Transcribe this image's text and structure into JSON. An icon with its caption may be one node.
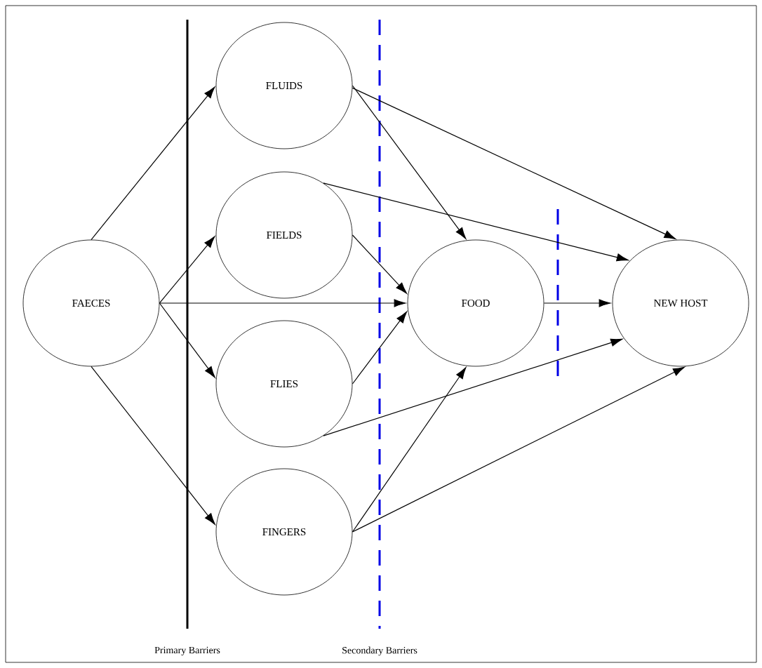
{
  "diagram": {
    "nodes": [
      {
        "text": [
          "FAECES"
        ]
      },
      {
        "text": [
          "FLUIDS"
        ]
      },
      {
        "text": [
          "FIELDS"
        ]
      },
      {
        "text": [
          "FLIES"
        ]
      },
      {
        "text": [
          "FINGERS"
        ]
      },
      {
        "text": [
          "FOOD"
        ]
      },
      {
        "text": [
          "NEW HOST"
        ]
      }
    ],
    "edges": [
      {
        "from": 0,
        "to": 1,
        "arrow": "to"
      },
      {
        "from": 0,
        "to": 2,
        "arrow": "to"
      },
      {
        "from": 0,
        "to": 5,
        "arrow": "to"
      },
      {
        "from": 0,
        "to": 3,
        "arrow": "to"
      },
      {
        "from": 0,
        "to": 4,
        "arrow": "to"
      },
      {
        "from": 1,
        "to": 5,
        "arrow": "to"
      },
      {
        "from": 1,
        "to": 6,
        "arrow": "to"
      },
      {
        "from": 2,
        "to": 5,
        "arrow": "to"
      },
      {
        "from": 2,
        "to": 6,
        "arrow": "to"
      },
      {
        "from": 3,
        "to": 5,
        "arrow": "to"
      },
      {
        "from": 3,
        "to": 6,
        "arrow": "to"
      },
      {
        "from": 4,
        "to": 5,
        "arrow": "to"
      },
      {
        "from": 4,
        "to": 6,
        "arrow": "to"
      },
      {
        "from": 5,
        "to": 6,
        "arrow": "to"
      }
    ],
    "labels": [
      "Primary Barriers",
      "Secondary Barriers"
    ]
  }
}
